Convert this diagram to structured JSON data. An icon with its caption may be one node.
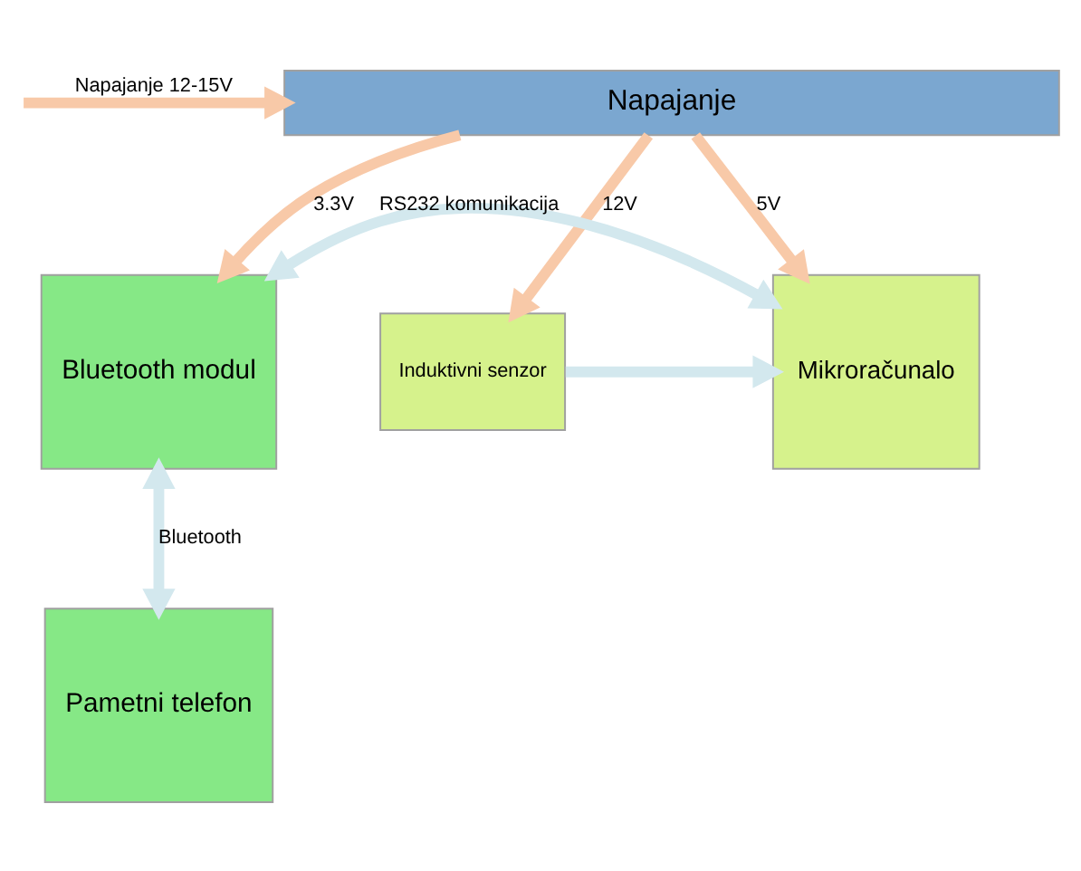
{
  "diagram": {
    "nodes": [
      {
        "text": [
          "Napajanje"
        ]
      },
      {
        "text": [
          "Bluetooth modul"
        ]
      },
      {
        "text": [
          "Mikroračunalo"
        ]
      },
      {
        "text": [
          "Induktivni senzor"
        ]
      },
      {
        "text": [
          "Pametni telefon"
        ]
      }
    ],
    "edges": [
      {
        "from": null,
        "to": 0,
        "arrow": "to",
        "label": "Napajanje 12-15V"
      },
      {
        "from": 0,
        "to": 1,
        "arrow": "to",
        "label": "3.3V"
      },
      {
        "from": 0,
        "to": 2,
        "arrow": "to",
        "label": "5V"
      },
      {
        "from": 0,
        "to": 3,
        "arrow": "to",
        "label": "12V"
      },
      {
        "from": 1,
        "to": 2,
        "arrow": "both",
        "label": "RS232 komunikacija",
        "color": "#d3e8ee"
      },
      {
        "from": 3,
        "to": 2,
        "arrow": "to",
        "color": "#d3e8ee"
      },
      {
        "from": 1,
        "to": 4,
        "arrow": "both",
        "label": "Bluetooth",
        "color": "#d3e8ee"
      }
    ]
  }
}
